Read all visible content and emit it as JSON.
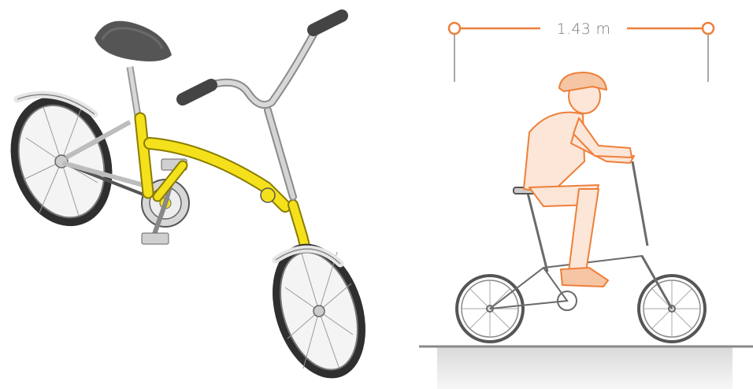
{
  "measurement": {
    "label": "1.43 m"
  },
  "colors": {
    "frame_yellow": "#f4e11c",
    "accent_orange": "#ee7f3a",
    "rider_fill": "#fbe6d8",
    "outline_grey": "#555555",
    "tire_dark": "#333333",
    "ground_line": "#8a8a8a",
    "ground_fill": "#e4e4e4"
  },
  "illustrations": {
    "left": "yellow-folding-bicycle-3d-view",
    "right": "rider-on-folding-bicycle-side-view"
  }
}
